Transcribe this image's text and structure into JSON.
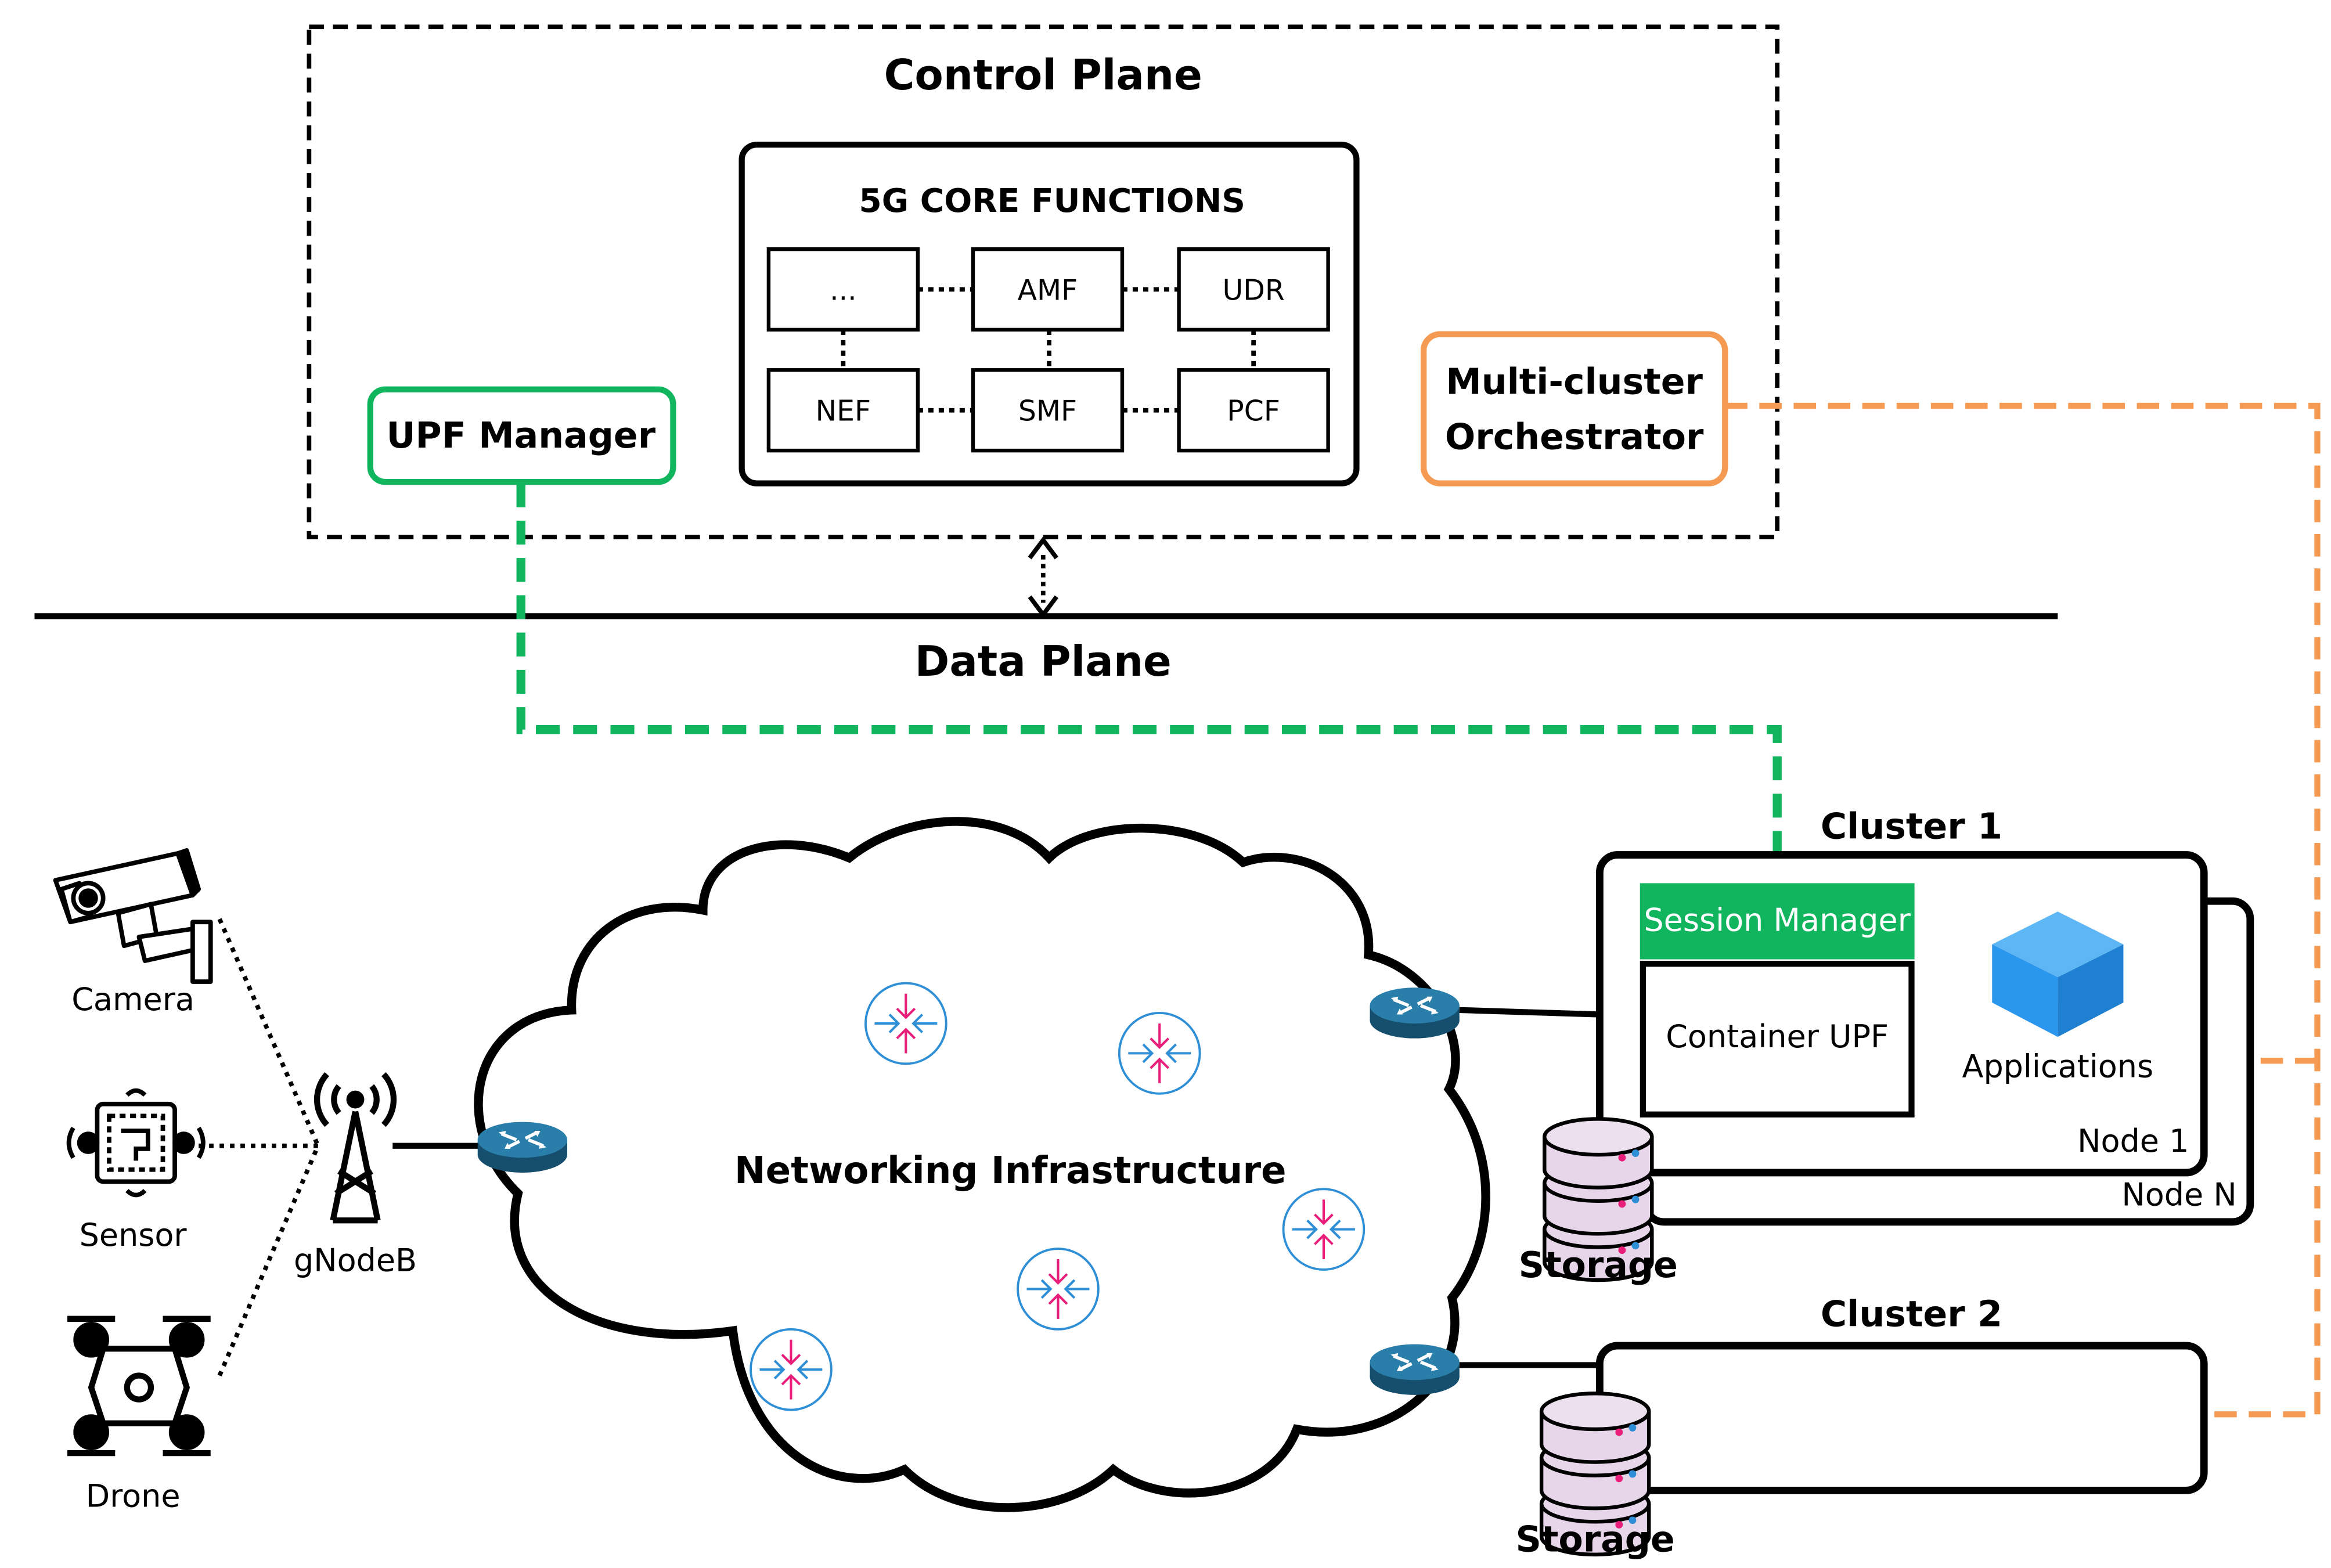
{
  "control_plane": {
    "title": "Control Plane"
  },
  "core": {
    "title": "5G CORE FUNCTIONS",
    "functions": [
      "...",
      "AMF",
      "UDR",
      "NEF",
      "SMF",
      "PCF"
    ]
  },
  "upf_manager": {
    "label": "UPF Manager"
  },
  "orchestrator": {
    "line1": "Multi-cluster",
    "line2": "Orchestrator"
  },
  "data_plane": {
    "title": "Data Plane"
  },
  "network": {
    "label": "Networking Infrastructure"
  },
  "devices": {
    "camera": "Camera",
    "sensor": "Sensor",
    "drone": "Drone",
    "gnodeb": "gNodeB"
  },
  "cluster1": {
    "title": "Cluster 1",
    "session_manager": "Session Manager",
    "container_upf": "Container UPF",
    "applications": "Applications",
    "node1": "Node 1",
    "nodeN": "Node N",
    "storage": "Storage"
  },
  "cluster2": {
    "title": "Cluster 2",
    "storage": "Storage"
  },
  "colors": {
    "green": "#11b55e",
    "orange": "#f59a53",
    "router": "#1e6f96",
    "cube": "#2b96ee",
    "pink": "#e91e7a",
    "blue": "#2f8fd6"
  }
}
